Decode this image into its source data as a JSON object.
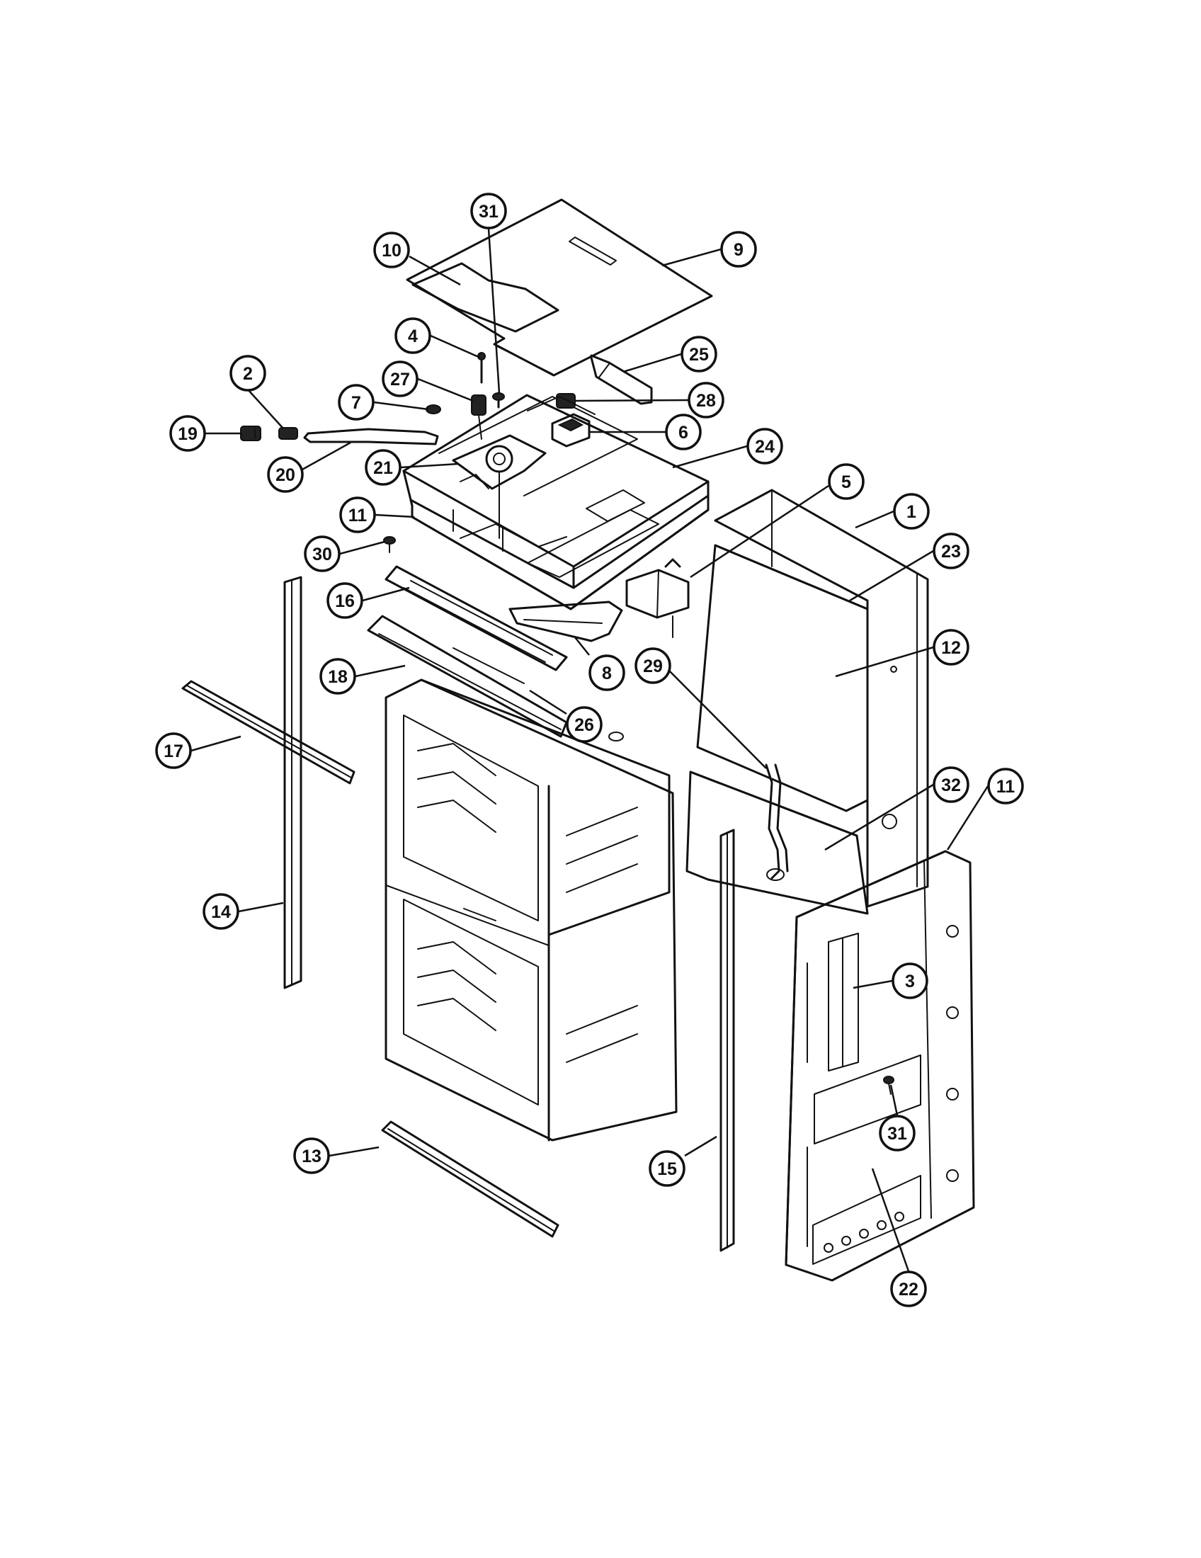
{
  "diagram": {
    "callouts": [
      {
        "id": "c31a",
        "label": "31"
      },
      {
        "id": "c10",
        "label": "10"
      },
      {
        "id": "c9",
        "label": "9"
      },
      {
        "id": "c4",
        "label": "4"
      },
      {
        "id": "c25",
        "label": "25"
      },
      {
        "id": "c2",
        "label": "2"
      },
      {
        "id": "c27",
        "label": "27"
      },
      {
        "id": "c28",
        "label": "28"
      },
      {
        "id": "c7",
        "label": "7"
      },
      {
        "id": "c6",
        "label": "6"
      },
      {
        "id": "c19",
        "label": "19"
      },
      {
        "id": "c21",
        "label": "21"
      },
      {
        "id": "c20",
        "label": "20"
      },
      {
        "id": "c24",
        "label": "24"
      },
      {
        "id": "c5",
        "label": "5"
      },
      {
        "id": "c11a",
        "label": "11"
      },
      {
        "id": "c1",
        "label": "1"
      },
      {
        "id": "c30",
        "label": "30"
      },
      {
        "id": "c23",
        "label": "23"
      },
      {
        "id": "c16",
        "label": "16"
      },
      {
        "id": "c12",
        "label": "12"
      },
      {
        "id": "c18",
        "label": "18"
      },
      {
        "id": "c8",
        "label": "8"
      },
      {
        "id": "c29",
        "label": "29"
      },
      {
        "id": "c26",
        "label": "26"
      },
      {
        "id": "c17",
        "label": "17"
      },
      {
        "id": "c32",
        "label": "32"
      },
      {
        "id": "c11b",
        "label": "11"
      },
      {
        "id": "c14",
        "label": "14"
      },
      {
        "id": "c3",
        "label": "3"
      },
      {
        "id": "c31b",
        "label": "31"
      },
      {
        "id": "c13",
        "label": "13"
      },
      {
        "id": "c15",
        "label": "15"
      },
      {
        "id": "c22",
        "label": "22"
      }
    ]
  }
}
